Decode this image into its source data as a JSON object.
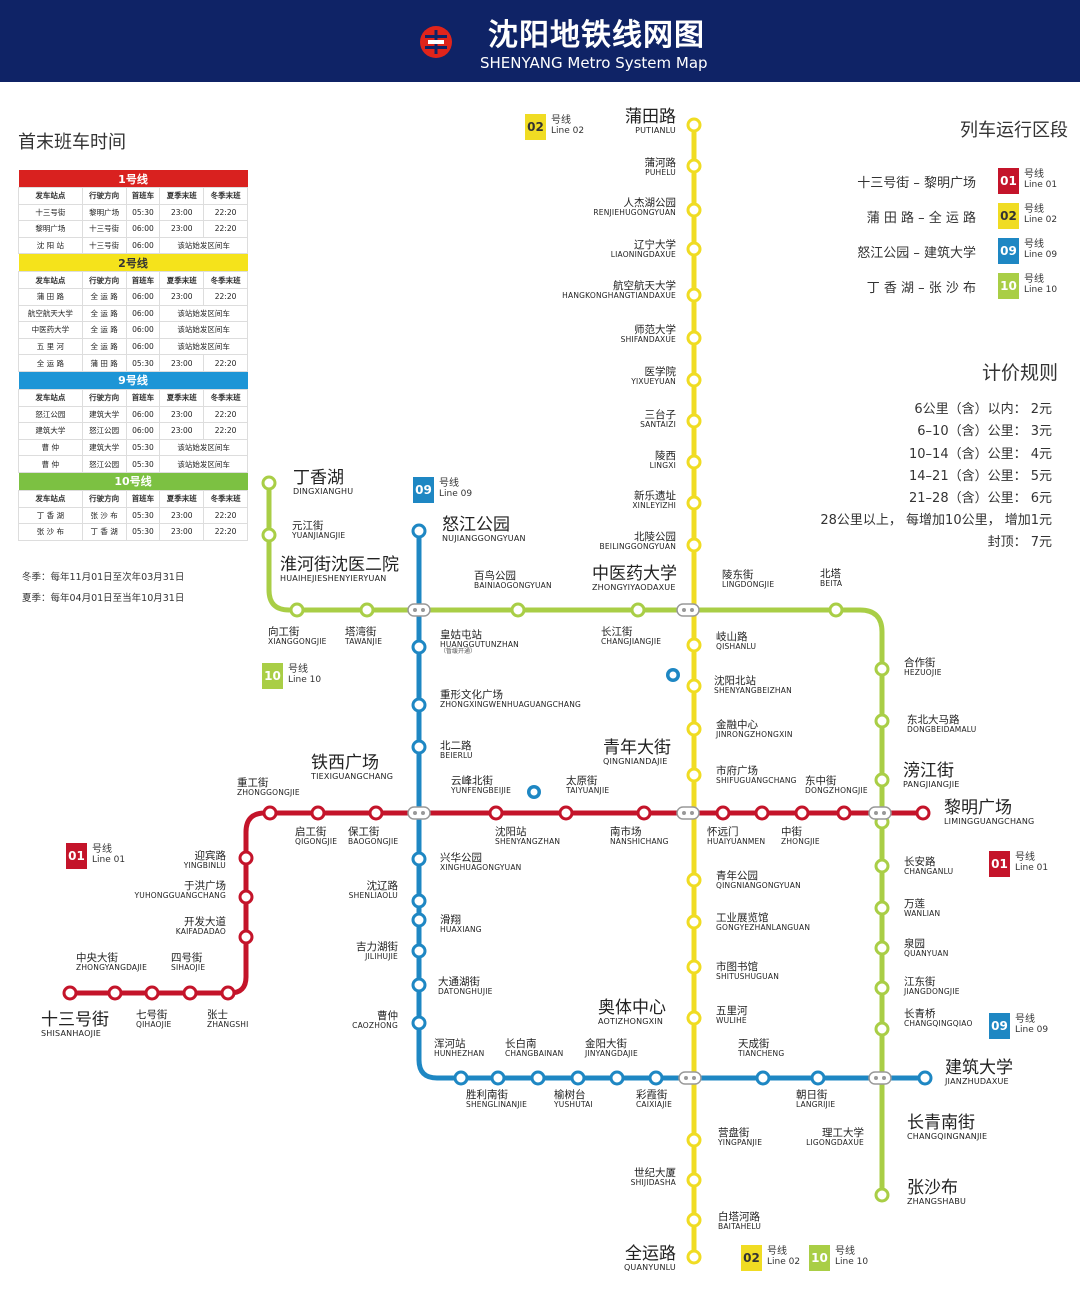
{
  "header": {
    "title": "沈阳地铁线网图",
    "subtitle": "SHENYANG Metro System Map"
  },
  "colors": {
    "header_bg": "#0f2366",
    "line01": "#c4142a",
    "line02": "#f0dc23",
    "line09": "#1e87c3",
    "line10": "#a9ce46"
  },
  "schedule": {
    "title": "首末班车时间",
    "columns": [
      "发车站点",
      "行驶方向",
      "首班车",
      "夏季末班",
      "冬季末班"
    ],
    "groups": [
      {
        "line": "1号线",
        "color": "#d9211f",
        "rows": [
          [
            "十三号街",
            "黎明广场",
            "05:30",
            "23:00",
            "22:20"
          ],
          [
            "黎明广场",
            "十三号街",
            "06:00",
            "23:00",
            "22:20"
          ],
          [
            "沈 阳 站",
            "十三号街",
            "06:00",
            "该站始发区间车",
            ""
          ]
        ]
      },
      {
        "line": "2号线",
        "color": "#f5e31b",
        "rows": [
          [
            "蒲 田 路",
            "全 运 路",
            "06:00",
            "23:00",
            "22:20"
          ],
          [
            "航空航天大学",
            "全 运 路",
            "06:00",
            "该站始发区间车",
            ""
          ],
          [
            "中医药大学",
            "全 运 路",
            "06:00",
            "该站始发区间车",
            ""
          ],
          [
            "五 里 河",
            "全 运 路",
            "06:00",
            "该站始发区间车",
            ""
          ],
          [
            "全 运 路",
            "蒲 田 路",
            "05:30",
            "23:00",
            "22:20"
          ]
        ]
      },
      {
        "line": "9号线",
        "color": "#1d95d6",
        "rows": [
          [
            "怒江公园",
            "建筑大学",
            "06:00",
            "23:00",
            "22:20"
          ],
          [
            "建筑大学",
            "怒江公园",
            "06:00",
            "23:00",
            "22:20"
          ],
          [
            "曹 仲",
            "建筑大学",
            "05:30",
            "该站始发区间车",
            ""
          ],
          [
            "曹 仲",
            "怒江公园",
            "05:30",
            "该站始发区间车",
            ""
          ]
        ]
      },
      {
        "line": "10号线",
        "color": "#7cc142",
        "rows": [
          [
            "丁 香 湖",
            "张 沙 布",
            "05:30",
            "23:00",
            "22:20"
          ],
          [
            "张 沙 布",
            "丁 香 湖",
            "05:30",
            "23:00",
            "22:20"
          ]
        ]
      }
    ],
    "winter": "冬季：每年11月01日至次年03月31日",
    "summer": "夏季：每年04月01日至当年10月31日"
  },
  "routes": {
    "title": "列车运行区段",
    "items": [
      {
        "text": "十三号街 – 黎明广场",
        "num": "01",
        "cn": "号线",
        "en": "Line 01",
        "color": "#c4142a"
      },
      {
        "text": "蒲 田 路 – 全 运 路",
        "num": "02",
        "cn": "号线",
        "en": "Line 02",
        "color": "#f0dc23"
      },
      {
        "text": "怒江公园 – 建筑大学",
        "num": "09",
        "cn": "号线",
        "en": "Line 09",
        "color": "#1e87c3"
      },
      {
        "text": "丁 香 湖 – 张 沙 布",
        "num": "10",
        "cn": "号线",
        "en": "Line 10",
        "color": "#a9ce46"
      }
    ]
  },
  "fares": {
    "title": "计价规则",
    "items": [
      "6公里（含）以内：  2元",
      "6–10（含）公里：  3元",
      "10–14（含）公里：  4元",
      "14–21（含）公里：  5元",
      "21–28（含）公里：  6元",
      "28公里以上，  每增加10公里，  增加1元",
      "封顶：  7元"
    ]
  },
  "line_badges": {
    "l02_top": {
      "num": "02",
      "cn": "号线",
      "en": "Line 02"
    },
    "l09": {
      "num": "09",
      "cn": "号线",
      "en": "Line 09"
    },
    "l10": {
      "num": "10",
      "cn": "号线",
      "en": "Line 10"
    },
    "l01_left": {
      "num": "01",
      "cn": "号线",
      "en": "Line 01"
    },
    "l01_right": {
      "num": "01",
      "cn": "号线",
      "en": "Line 01"
    },
    "l09_right": {
      "num": "09",
      "cn": "号线",
      "en": "Line 09"
    },
    "l02_bottom": {
      "num": "02",
      "cn": "号线",
      "en": "Line 02"
    },
    "l10_bottom": {
      "num": "10",
      "cn": "号线",
      "en": "Line 10"
    }
  },
  "stations": {
    "putianlu": {
      "cn": "蒲田路",
      "en": "PUTIANLU"
    },
    "puhelu": {
      "cn": "蒲河路",
      "en": "PUHELU"
    },
    "renjiehu": {
      "cn": "人杰湖公园",
      "en": "RENJIEHUGONGYUAN"
    },
    "liaoning": {
      "cn": "辽宁大学",
      "en": "LIAONINGDAXUE"
    },
    "hangkong": {
      "cn": "航空航天大学",
      "en": "HANGKONGHANGTIANDAXUE"
    },
    "shifan": {
      "cn": "师范大学",
      "en": "SHIFANDAXUE"
    },
    "yixueyuan": {
      "cn": "医学院",
      "en": "YIXUEYUAN"
    },
    "santaizi": {
      "cn": "三台子",
      "en": "SANTAIZI"
    },
    "lingxi": {
      "cn": "陵西",
      "en": "LINGXI"
    },
    "xinleyizhi": {
      "cn": "新乐遗址",
      "en": "XINLEYIZHI"
    },
    "beiling": {
      "cn": "北陵公园",
      "en": "BEILINGGONGYUAN"
    },
    "zhongyiyao": {
      "cn": "中医药大学",
      "en": "ZHONGYIYAODAXUE"
    },
    "qishanlu": {
      "cn": "岐山路",
      "en": "QISHANLU"
    },
    "shenyangbeizhan": {
      "cn": "沈阳北站",
      "en": "SHENYANGBEIZHAN"
    },
    "jinrong": {
      "cn": "金融中心",
      "en": "JINRONGZHONGXIN"
    },
    "qingnian": {
      "cn": "青年大街",
      "en": "QINGNIANDAJIE"
    },
    "shifu": {
      "cn": "市府广场",
      "en": "SHIFUGUANGCHANG"
    },
    "huaiyuanmen": {
      "cn": "怀远门",
      "en": "HUAIYUANMEN"
    },
    "zhongjie": {
      "cn": "中街",
      "en": "ZHONGJIE"
    },
    "qingniangongyuan": {
      "cn": "青年公园",
      "en": "QINGNIANGONGYUAN"
    },
    "gongye": {
      "cn": "工业展览馆",
      "en": "GONGYEZHANLANGUAN"
    },
    "shitushuguan": {
      "cn": "市图书馆",
      "en": "SHITUSHUGUAN"
    },
    "aoti": {
      "cn": "奥体中心",
      "en": "AOTIZHONGXIN"
    },
    "wulihe": {
      "cn": "五里河",
      "en": "WULIHE"
    },
    "yingpanjie": {
      "cn": "营盘街",
      "en": "YINGPANJIE"
    },
    "shijidasha": {
      "cn": "世纪大厦",
      "en": "SHIJIDASHA"
    },
    "baitahelu": {
      "cn": "白塔河路",
      "en": "BAITAHELU"
    },
    "quanyunlu": {
      "cn": "全运路",
      "en": "QUANYUNLU"
    },
    "dingxianghu": {
      "cn": "丁香湖",
      "en": "DINGXIANGHU"
    },
    "yuanjiangjie": {
      "cn": "元江街",
      "en": "YUANJIANGJIE"
    },
    "huaihejie": {
      "cn": "淮河街沈医二院",
      "en": "HUAIHEJIESHENYIERYUAN"
    },
    "xianggongjie": {
      "cn": "向工街",
      "en": "XIANGGONGJIE"
    },
    "tawanjie": {
      "cn": "塔湾街",
      "en": "TAWANJIE"
    },
    "bainiao": {
      "cn": "百鸟公园",
      "en": "BAINIAOGONGYUAN"
    },
    "changjiangjie": {
      "cn": "长江街",
      "en": "CHANGJIANGJIE"
    },
    "lingdongjie": {
      "cn": "陵东街",
      "en": "LINGDONGJIE"
    },
    "beita": {
      "cn": "北塔",
      "en": "BEITA"
    },
    "hezuojie": {
      "cn": "合作街",
      "en": "HEZUOJIE"
    },
    "dongbei": {
      "cn": "东北大马路",
      "en": "DONGBEIDAMALU"
    },
    "pangjiang": {
      "cn": "滂江街",
      "en": "PANGJIANGJIE"
    },
    "changanlu": {
      "cn": "长安路",
      "en": "CHANGANLU"
    },
    "wanlian": {
      "cn": "万莲",
      "en": "WANLIAN"
    },
    "quanyuan": {
      "cn": "泉园",
      "en": "QUANYUAN"
    },
    "jiangdong": {
      "cn": "江东街",
      "en": "JIANGDONGJIE"
    },
    "changqingqiao": {
      "cn": "长青桥",
      "en": "CHANGQINGQIAO"
    },
    "changqingnanjie": {
      "cn": "长青南街",
      "en": "CHANGQINGNANJIE"
    },
    "zhangshabu": {
      "cn": "张沙布",
      "en": "ZHANGSHABU"
    },
    "nujiang": {
      "cn": "怒江公园",
      "en": "NUJIANGGONGYUAN"
    },
    "huanggutun": {
      "cn": "皇姑屯站",
      "en": "HUANGGUTUNZHAN",
      "note": "（暂缓开通）"
    },
    "zhongxing": {
      "cn": "重形文化广场",
      "en": "ZHONGXINGWENHUAGUANGCHANG"
    },
    "beierlu": {
      "cn": "北二路",
      "en": "BEIERLU"
    },
    "yunfeng": {
      "cn": "云峰北街",
      "en": "YUNFENGBEIJIE"
    },
    "taiyuan": {
      "cn": "太原街",
      "en": "TAIYUANJIE"
    },
    "xinghua": {
      "cn": "兴华公园",
      "en": "XINGHUAGONGYUAN"
    },
    "shenliao": {
      "cn": "沈辽路",
      "en": "SHENLIAOLU"
    },
    "huaxiang": {
      "cn": "滑翔",
      "en": "HUAXIANG"
    },
    "jilihu": {
      "cn": "吉力湖街",
      "en": "JILIHUJIE"
    },
    "datong": {
      "cn": "大通湖街",
      "en": "DATONGHUJIE"
    },
    "caozhong": {
      "cn": "曹仲",
      "en": "CAOZHONG"
    },
    "hunhe": {
      "cn": "浑河站",
      "en": "HUNHEZHAN"
    },
    "shengli": {
      "cn": "胜利南街",
      "en": "SHENGLINANJIE"
    },
    "changbai": {
      "cn": "长白南",
      "en": "CHANGBAINAN"
    },
    "yushutai": {
      "cn": "榆树台",
      "en": "YUSHUTAI"
    },
    "jinyang": {
      "cn": "金阳大街",
      "en": "JINYANGDAJIE"
    },
    "caixia": {
      "cn": "彩霞街",
      "en": "CAIXIAJIE"
    },
    "tiancheng": {
      "cn": "天成街",
      "en": "TIANCHENG"
    },
    "chaori": {
      "cn": "朝日街",
      "en": "LANGRIJIE"
    },
    "ligong": {
      "cn": "理工大学",
      "en": "LIGONGDAXUE"
    },
    "jianzhu": {
      "cn": "建筑大学",
      "en": "JIANZHUDAXUE"
    },
    "tiexi": {
      "cn": "铁西广场",
      "en": "TIEXIGUANGCHANG"
    },
    "zhonggong": {
      "cn": "重工街",
      "en": "ZHONGGONGJIE"
    },
    "qigong": {
      "cn": "启工街",
      "en": "QIGONGJIE"
    },
    "baogong": {
      "cn": "保工街",
      "en": "BAOGONGJIE"
    },
    "shenyangzhan": {
      "cn": "沈阳站",
      "en": "SHENYANGZHAN"
    },
    "nanshichang": {
      "cn": "南市场",
      "en": "NANSHICHANG"
    },
    "dongzhong": {
      "cn": "东中街",
      "en": "DONGZHONGJIE"
    },
    "liming": {
      "cn": "黎明广场",
      "en": "LIMINGGUANGCHANG"
    },
    "yingbin": {
      "cn": "迎宾路",
      "en": "YINGBINLU"
    },
    "yuhong": {
      "cn": "于洪广场",
      "en": "YUHONGGUANGCHANG"
    },
    "kaifa": {
      "cn": "开发大道",
      "en": "KAIFADADAO"
    },
    "zhongyang": {
      "cn": "中央大街",
      "en": "ZHONGYANGDAJIE"
    },
    "sihao": {
      "cn": "四号街",
      "en": "SIHAOJIE"
    },
    "qihao": {
      "cn": "七号街",
      "en": "QIHAOJIE"
    },
    "zhangshi": {
      "cn": "张士",
      "en": "ZHANGSHI"
    },
    "shisanhao": {
      "cn": "十三号街",
      "en": "SHISANHAOJIE"
    }
  }
}
